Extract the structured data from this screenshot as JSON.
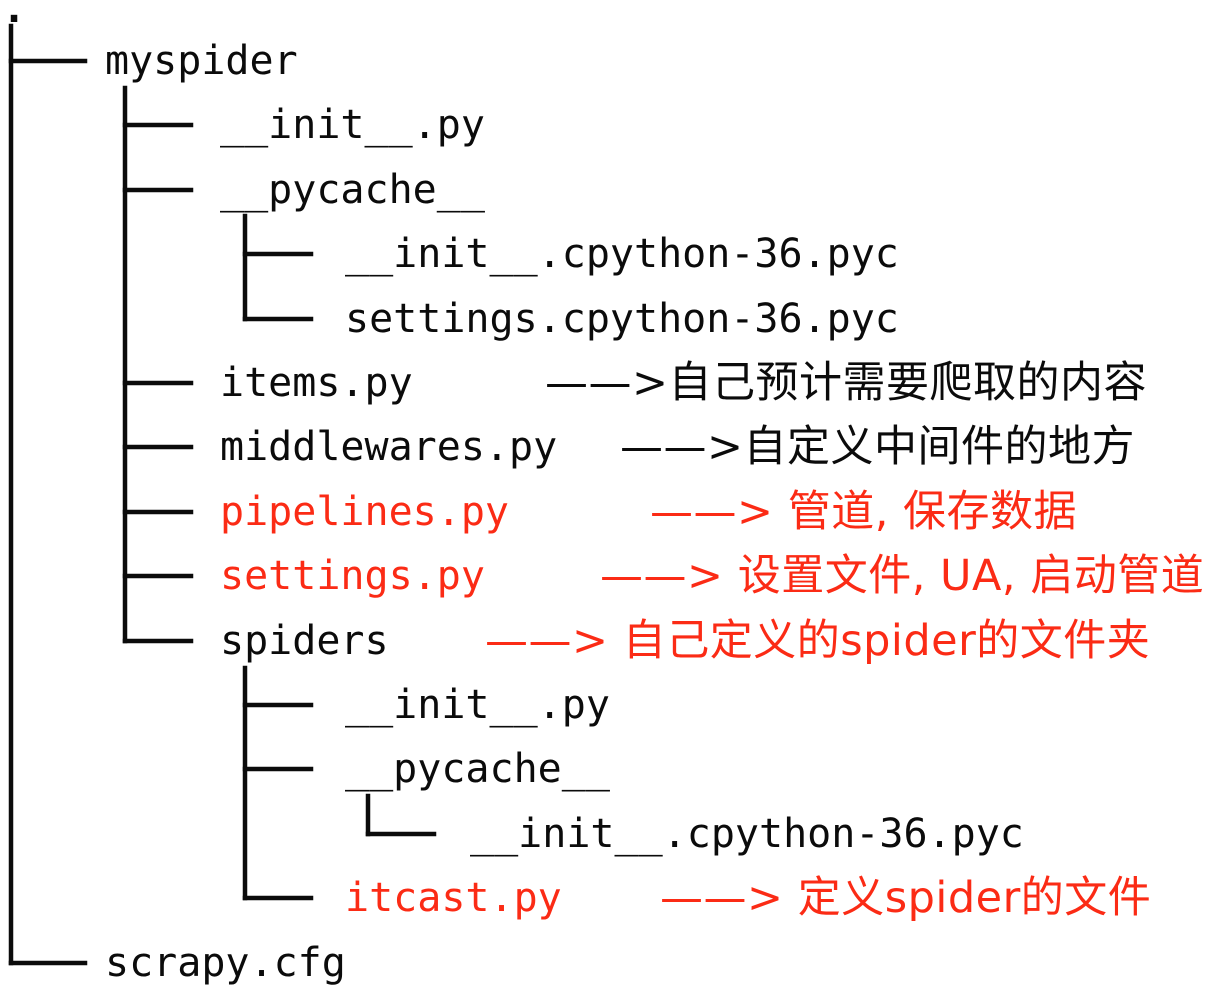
{
  "figure": {
    "description_label": "scrapy project directory tree"
  },
  "colors": {
    "text_black": "#0b0b0b",
    "annotation_red": "#fb2b15",
    "background": "#ffffff"
  },
  "rows": [
    {
      "name": ".",
      "level": 0,
      "name_color": "#0b0b0b"
    },
    {
      "name": "myspider",
      "level": 1,
      "name_color": "#0b0b0b"
    },
    {
      "name": "__init__.py",
      "level": 2,
      "name_color": "#0b0b0b"
    },
    {
      "name": "__pycache__",
      "level": 2,
      "name_color": "#0b0b0b"
    },
    {
      "name": "__init__.cpython-36.pyc",
      "level": 3,
      "name_color": "#0b0b0b"
    },
    {
      "name": "settings.cpython-36.pyc",
      "level": 3,
      "name_color": "#0b0b0b"
    },
    {
      "name": "items.py",
      "level": 2,
      "name_color": "#0b0b0b",
      "annotation": {
        "text": "——>自己预计需要爬取的内容",
        "color": "#0b0b0b"
      }
    },
    {
      "name": "middlewares.py",
      "level": 2,
      "name_color": "#0b0b0b",
      "annotation": {
        "text": "——>自定义中间件的地方",
        "color": "#0b0b0b"
      }
    },
    {
      "name": "pipelines.py",
      "level": 2,
      "name_color": "#fb2b15",
      "annotation": {
        "text": "——> 管道, 保存数据",
        "color": "#fb2b15"
      }
    },
    {
      "name": "settings.py",
      "level": 2,
      "name_color": "#fb2b15",
      "annotation": {
        "text": "——> 设置文件, UA, 启动管道",
        "color": "#fb2b15"
      }
    },
    {
      "name": "spiders",
      "level": 2,
      "name_color": "#0b0b0b",
      "annotation": {
        "text": "——> 自己定义的spider的文件夹",
        "color": "#fb2b15"
      }
    },
    {
      "name": "__init__.py",
      "level": 3,
      "name_color": "#0b0b0b"
    },
    {
      "name": "__pycache__",
      "level": 3,
      "name_color": "#0b0b0b"
    },
    {
      "name": "__init__.cpython-36.pyc",
      "level": 4,
      "name_color": "#0b0b0b"
    },
    {
      "name": "itcast.py",
      "level": 3,
      "name_color": "#fb2b15",
      "annotation": {
        "text": "——> 定义spider的文件",
        "color": "#fb2b15"
      }
    },
    {
      "name": "scrapy.cfg",
      "level": 1,
      "name_color": "#0b0b0b"
    }
  ]
}
